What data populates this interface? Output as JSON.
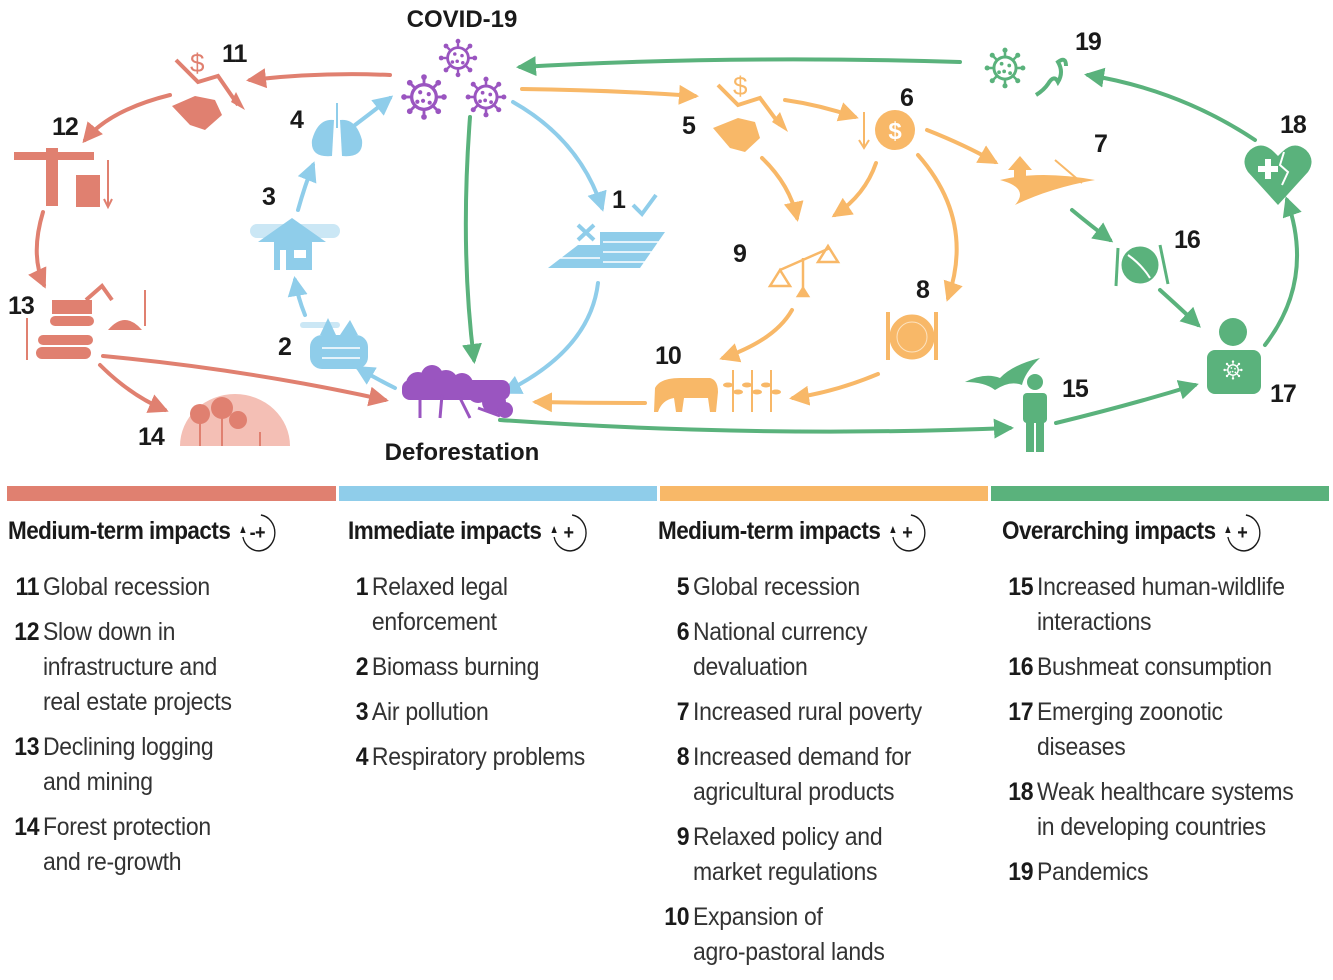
{
  "diagram": {
    "center_top_label": "COVID-19",
    "center_bottom_label": "Deforestation",
    "colors": {
      "red": "#e08070",
      "blue": "#8fcdea",
      "orange": "#f8b868",
      "green": "#5ab27c",
      "purple": "#9a55c0",
      "text": "#1a1a1a"
    },
    "nodes": [
      {
        "id": "1",
        "label": "1",
        "icon": "legal-documents-icon",
        "group": "immediate"
      },
      {
        "id": "2",
        "label": "2",
        "icon": "burning-log-icon",
        "group": "immediate"
      },
      {
        "id": "3",
        "label": "3",
        "icon": "smog-house-icon",
        "group": "immediate"
      },
      {
        "id": "4",
        "label": "4",
        "icon": "lungs-icon",
        "group": "immediate"
      },
      {
        "id": "5",
        "label": "5",
        "icon": "handshake-recession-icon",
        "group": "medium-orange"
      },
      {
        "id": "6",
        "label": "6",
        "icon": "currency-coin-icon",
        "group": "medium-orange"
      },
      {
        "id": "7",
        "label": "7",
        "icon": "rural-poverty-icon",
        "group": "medium-orange"
      },
      {
        "id": "8",
        "label": "8",
        "icon": "plate-cutlery-icon",
        "group": "medium-orange"
      },
      {
        "id": "9",
        "label": "9",
        "icon": "balance-scale-icon",
        "group": "medium-orange"
      },
      {
        "id": "10",
        "label": "10",
        "icon": "cattle-crops-icon",
        "group": "medium-orange"
      },
      {
        "id": "11",
        "label": "11",
        "icon": "handshake-recession-icon",
        "group": "medium-red"
      },
      {
        "id": "12",
        "label": "12",
        "icon": "crane-building-icon",
        "group": "medium-red"
      },
      {
        "id": "13",
        "label": "13",
        "icon": "excavator-logs-icon",
        "group": "medium-red"
      },
      {
        "id": "14",
        "label": "14",
        "icon": "forest-regrowth-icon",
        "group": "medium-red"
      },
      {
        "id": "15",
        "label": "15",
        "icon": "bat-human-icon",
        "group": "overarching"
      },
      {
        "id": "16",
        "label": "16",
        "icon": "bushmeat-plate-icon",
        "group": "overarching"
      },
      {
        "id": "17",
        "label": "17",
        "icon": "infected-person-icon",
        "group": "overarching"
      },
      {
        "id": "18",
        "label": "18",
        "icon": "broken-heart-health-icon",
        "group": "overarching"
      },
      {
        "id": "19",
        "label": "19",
        "icon": "virus-pandemic-icon",
        "group": "overarching"
      }
    ]
  },
  "sections": [
    {
      "title": "Medium-term impacts",
      "color": "#e08070",
      "loop_sign": "-+",
      "items": [
        {
          "num": "11",
          "text": "Global recession"
        },
        {
          "num": "12",
          "text": "Slow down in\ninfrastructure and\nreal estate projects"
        },
        {
          "num": "13",
          "text": "Declining logging\nand mining"
        },
        {
          "num": "14",
          "text": "Forest protection\nand re-growth"
        }
      ]
    },
    {
      "title": "Immediate impacts",
      "color": "#8fcdea",
      "loop_sign": "+",
      "items": [
        {
          "num": "1",
          "text": "Relaxed legal\nenforcement"
        },
        {
          "num": "2",
          "text": "Biomass burning"
        },
        {
          "num": "3",
          "text": "Air pollution"
        },
        {
          "num": "4",
          "text": "Respiratory problems"
        }
      ]
    },
    {
      "title": "Medium-term impacts",
      "color": "#f8b868",
      "loop_sign": "+",
      "items": [
        {
          "num": "5",
          "text": "Global recession"
        },
        {
          "num": "6",
          "text": "National currency\ndevaluation"
        },
        {
          "num": "7",
          "text": "Increased rural poverty"
        },
        {
          "num": "8",
          "text": "Increased demand for\nagricultural products"
        },
        {
          "num": "9",
          "text": "Relaxed policy and\nmarket regulations"
        },
        {
          "num": "10",
          "text": "Expansion of\nagro-pastoral lands"
        }
      ]
    },
    {
      "title": "Overarching impacts",
      "color": "#5ab27c",
      "loop_sign": "+",
      "items": [
        {
          "num": "15",
          "text": "Increased human-wildlife\ninteractions"
        },
        {
          "num": "16",
          "text": "Bushmeat consumption"
        },
        {
          "num": "17",
          "text": "Emerging zoonotic\ndiseases"
        },
        {
          "num": "18",
          "text": "Weak healthcare systems\nin developing countries"
        },
        {
          "num": "19",
          "text": "Pandemics"
        }
      ]
    }
  ]
}
